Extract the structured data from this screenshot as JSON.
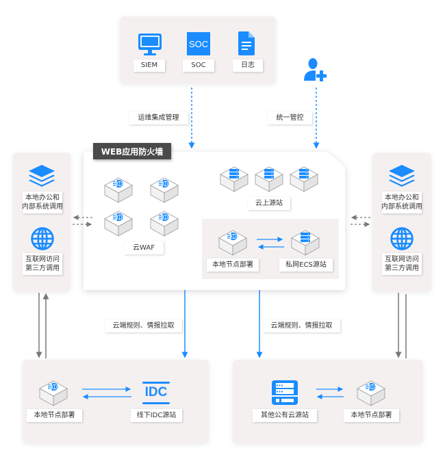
{
  "title": "WEB应用防火墙",
  "colors": {
    "accent": "#1a8cff",
    "panel": "#f4f0f0",
    "title_bg": "#4a4a4a",
    "arrow_gray": "#777777"
  },
  "top_panel": {
    "items": [
      {
        "icon": "monitor-icon",
        "label": "SIEM"
      },
      {
        "icon": "soc-icon",
        "icon_text": "SOC",
        "label": "SOC"
      },
      {
        "icon": "document-icon",
        "label": "日志"
      }
    ]
  },
  "user_add": {
    "icon": "user-add-icon"
  },
  "connectors": {
    "ops_integration": "运维集成管理",
    "unified_control": "统一管控",
    "cloud_rules_left": "云端规则、情报拉取",
    "cloud_rules_right": "云端规则、情报拉取"
  },
  "main": {
    "waf_label": "云WAF",
    "cloud_origin_label": "云上源站",
    "local_node_label": "本地节点部署",
    "private_ecs_label": "私网ECS源站"
  },
  "side_left": {
    "item1_line1": "本地办公和",
    "item1_line2": "内部系统调用",
    "item2_line1": "互联网访问",
    "item2_line2": "第三方调用"
  },
  "side_right": {
    "item1_line1": "本地办公和",
    "item1_line2": "内部系统调用",
    "item2_line1": "互联网访问",
    "item2_line2": "第三方调用"
  },
  "bottom_left": {
    "node_label": "本地节点部署",
    "idc_icon_text": "IDC",
    "idc_label": "线下IDC源站"
  },
  "bottom_right": {
    "cloud_label": "其他公有云源站",
    "node_label": "本地节点部署"
  }
}
